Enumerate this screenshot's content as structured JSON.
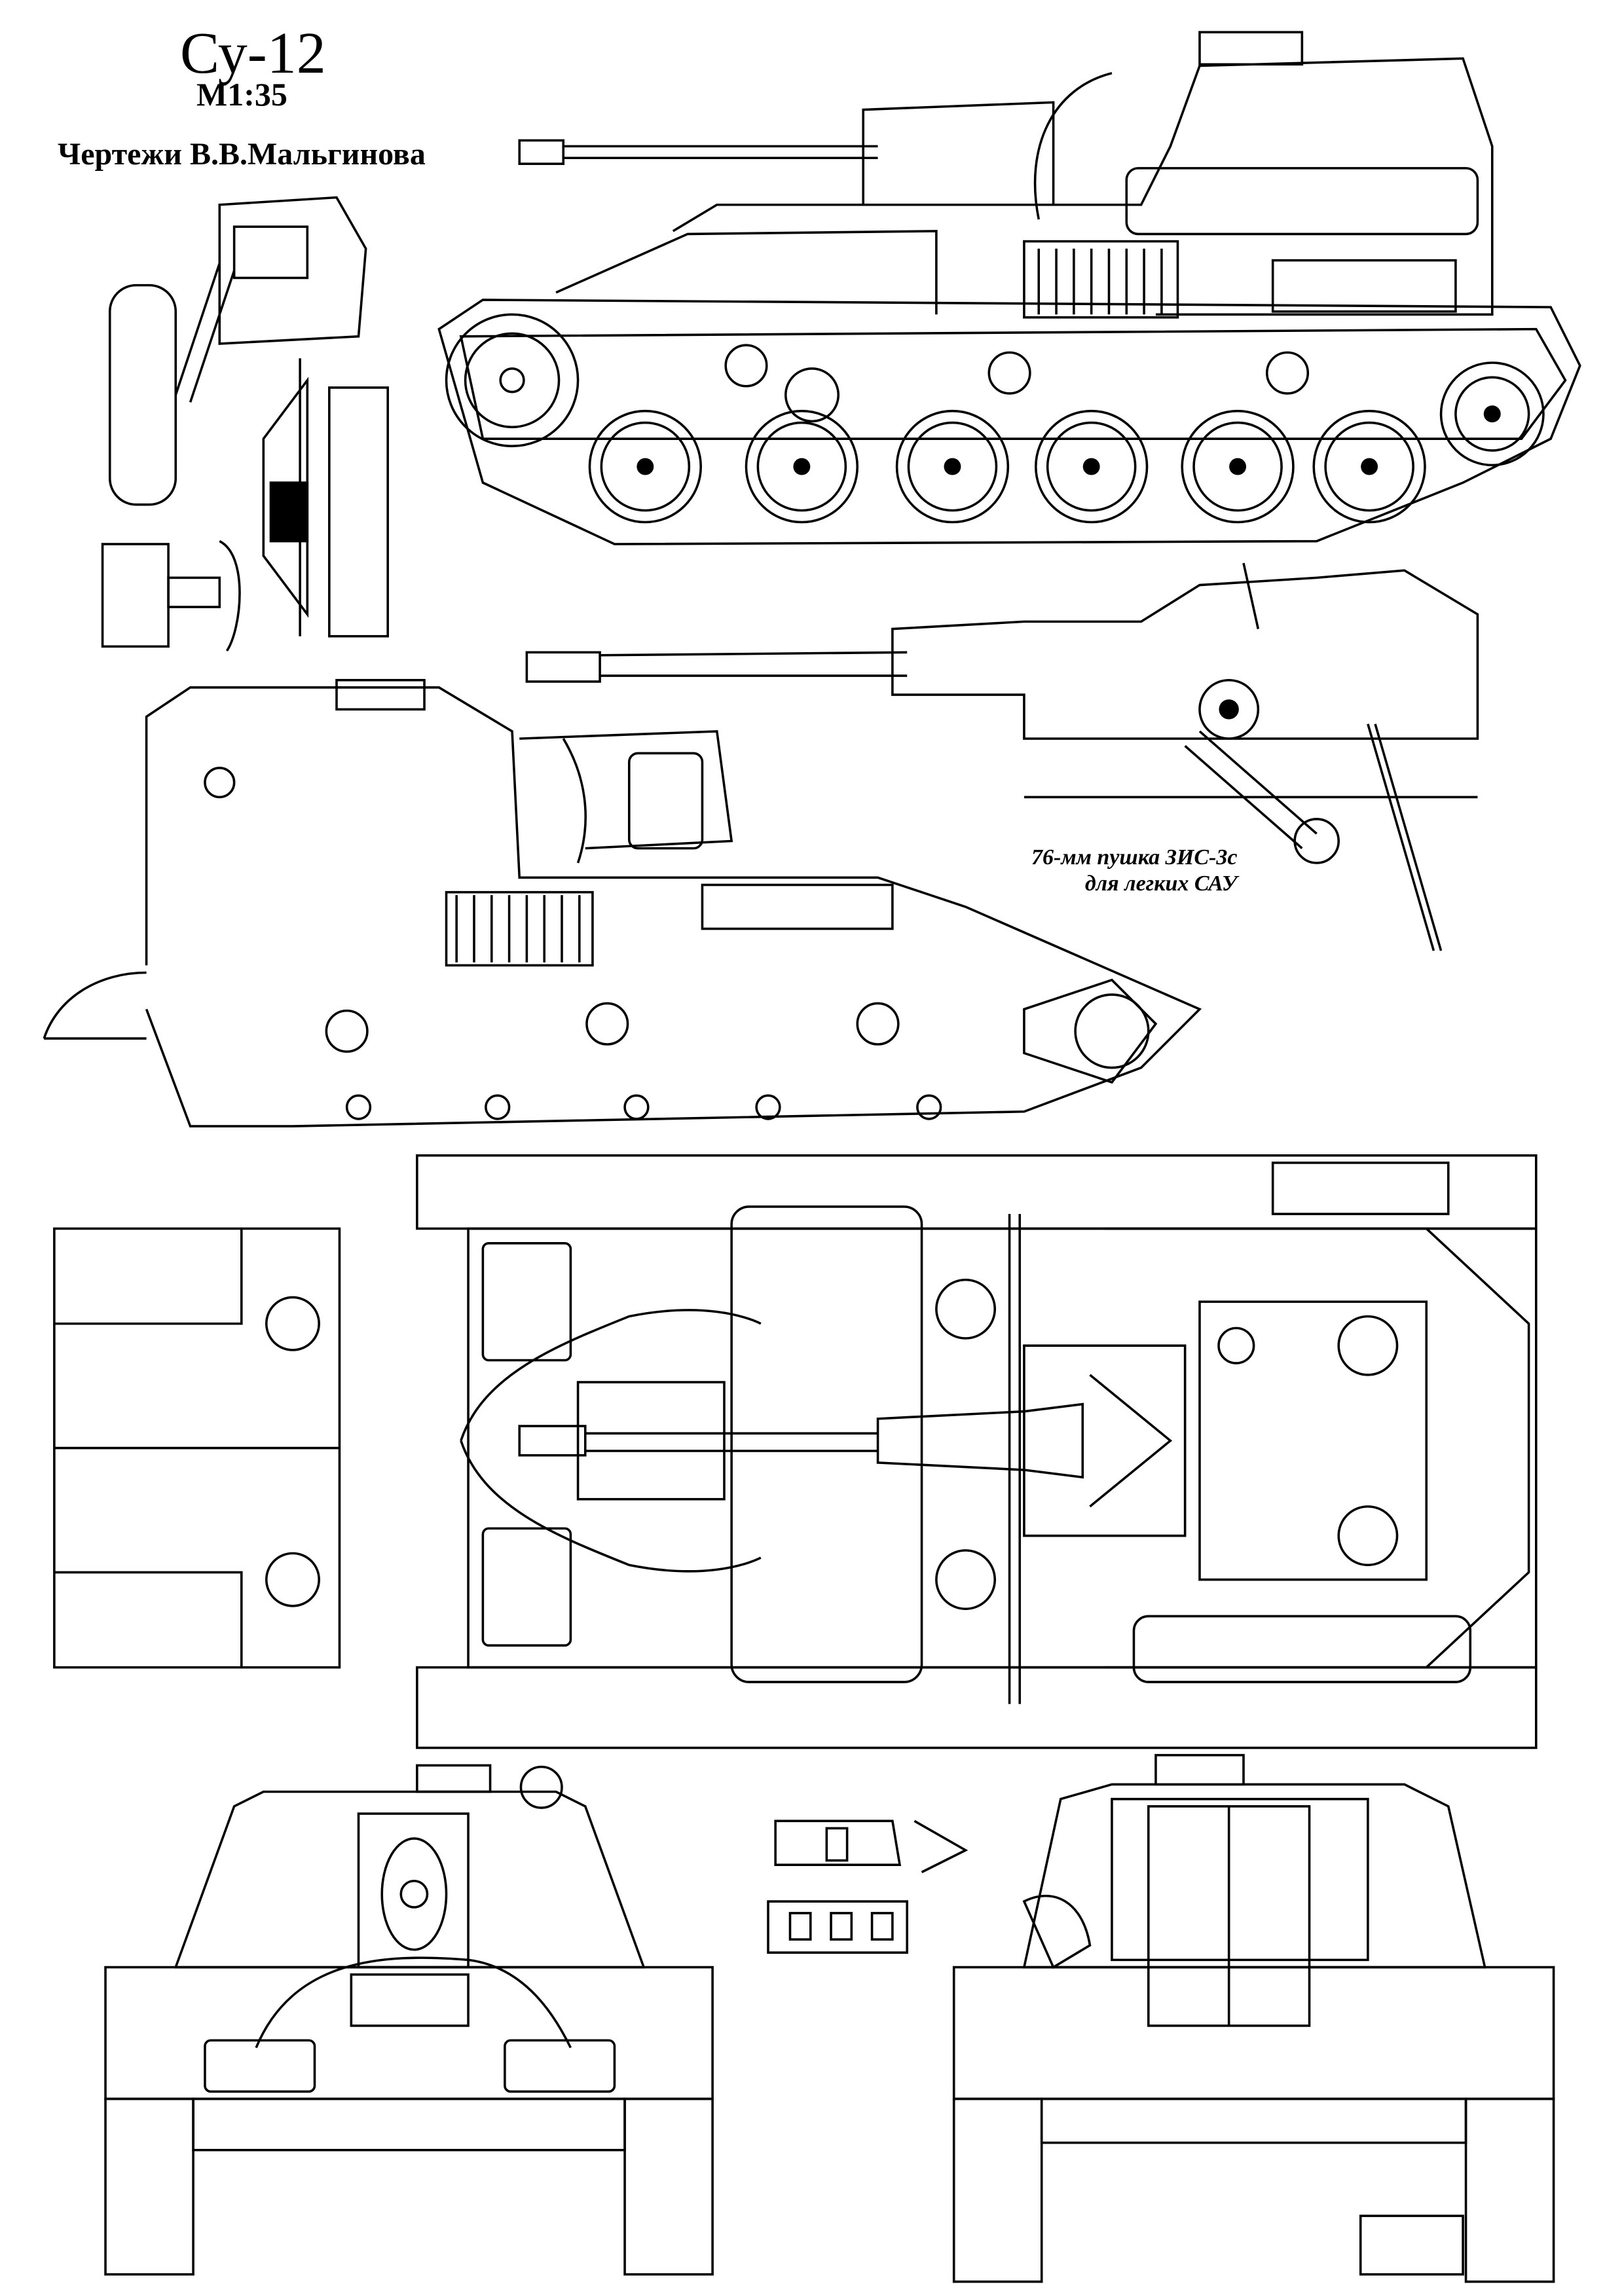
{
  "title": "Су-12",
  "scale": "М1:35",
  "author": "Чертежи В.В.Мальгинова",
  "gun_caption": {
    "line1": "76-мм пушка ЗИС-3с",
    "line2": "для  легких САУ"
  },
  "colors": {
    "ink": "#000000",
    "paper": "#ffffff"
  }
}
